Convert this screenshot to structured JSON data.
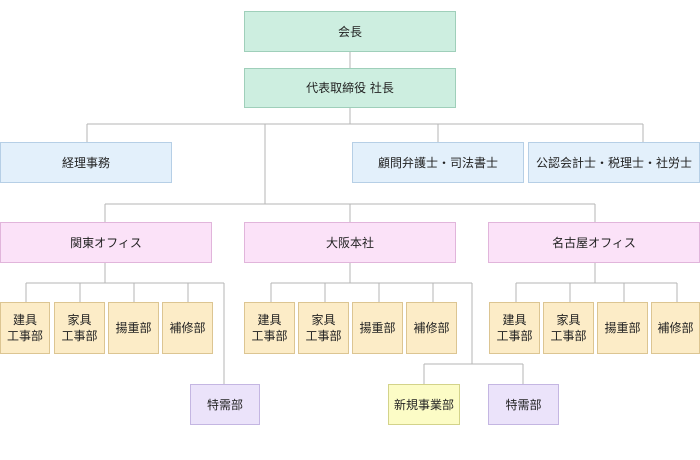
{
  "colors": {
    "line": "#b5b5b5",
    "green": "#cdeee0",
    "blue": "#e3f0fb",
    "pink": "#fbe2f8",
    "tan": "#fcecc7",
    "purple": "#ebe3fa",
    "yellow": "#fcfcc6"
  },
  "top": {
    "chairman": "会長",
    "president": "代表取締役 社長"
  },
  "staff": {
    "accounting": "経理事務",
    "advisor": "顧問弁護士・司法書士",
    "cpa": "公認会計士・税理士・社労士"
  },
  "branches": {
    "kanto": {
      "name": "関東オフィス",
      "depts": [
        {
          "line1": "建具",
          "line2": "工事部"
        },
        {
          "line1": "家具",
          "line2": "工事部"
        },
        {
          "line1": "揚重部",
          "line2": ""
        },
        {
          "line1": "補修部",
          "line2": ""
        }
      ],
      "special": "特需部"
    },
    "osaka": {
      "name": "大阪本社",
      "depts": [
        {
          "line1": "建具",
          "line2": "工事部"
        },
        {
          "line1": "家具",
          "line2": "工事部"
        },
        {
          "line1": "揚重部",
          "line2": ""
        },
        {
          "line1": "補修部",
          "line2": ""
        }
      ],
      "new_business": "新規事業部",
      "special": "特需部"
    },
    "nagoya": {
      "name": "名古屋オフィス",
      "depts": [
        {
          "line1": "建具",
          "line2": "工事部"
        },
        {
          "line1": "家具",
          "line2": "工事部"
        },
        {
          "line1": "揚重部",
          "line2": ""
        },
        {
          "line1": "補修部",
          "line2": ""
        }
      ]
    }
  }
}
